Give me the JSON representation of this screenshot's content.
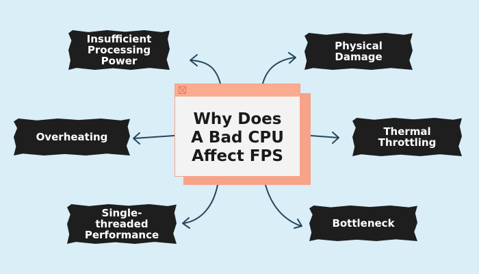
{
  "center": {
    "title": "Why Does\nA Bad CPU\nAffect FPS"
  },
  "reasons": {
    "insufficient_power": "Insufficient\nProcessing\nPower",
    "physical_damage": "Physical\nDamage",
    "overheating": "Overheating",
    "thermal_throttling": "Thermal\nThrottling",
    "single_threaded": "Single-\nthreaded\nPerformance",
    "bottleneck": "Bottleneck"
  },
  "colors": {
    "background": "#d9eef7",
    "label_bg": "#1e1e1e",
    "window_accent": "#f7a389",
    "arrow": "#244559"
  }
}
